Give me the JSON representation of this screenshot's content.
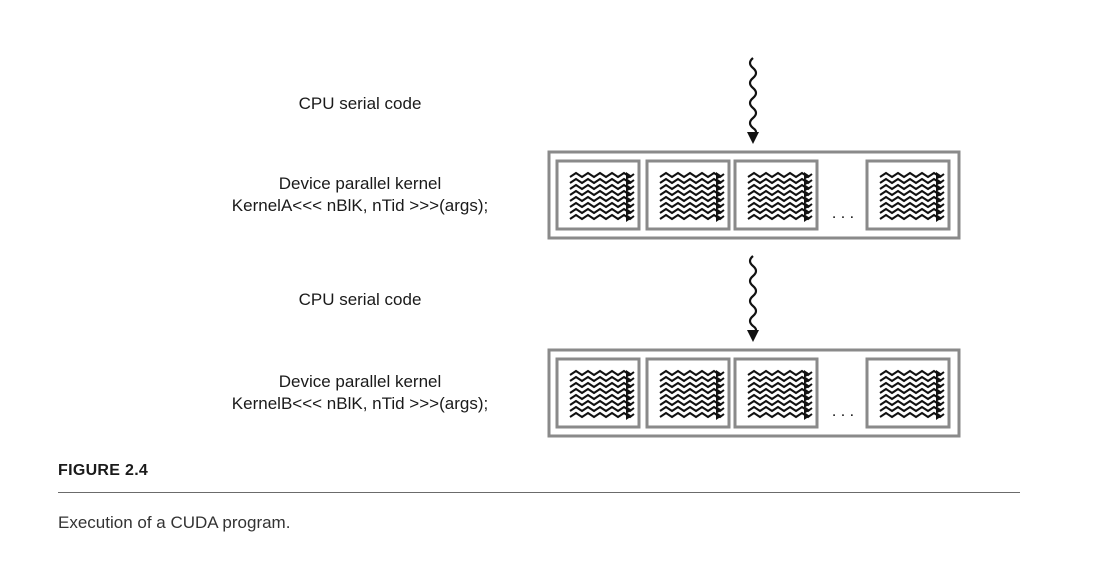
{
  "diagram": {
    "steps": [
      {
        "kind": "serial",
        "label": "CPU serial code"
      },
      {
        "kind": "kernel",
        "label": "Device parallel kernel",
        "call": "KernelA<<< nBlK, nTid >>>(args);",
        "ellipsis": ". . ."
      },
      {
        "kind": "serial",
        "label": "CPU serial code"
      },
      {
        "kind": "kernel",
        "label": "Device parallel kernel",
        "call": "KernelB<<< nBlK, nTid >>>(args);",
        "ellipsis": ". . ."
      }
    ]
  },
  "figure": {
    "number": "FIGURE 2.4",
    "caption": "Execution of a CUDA program."
  }
}
